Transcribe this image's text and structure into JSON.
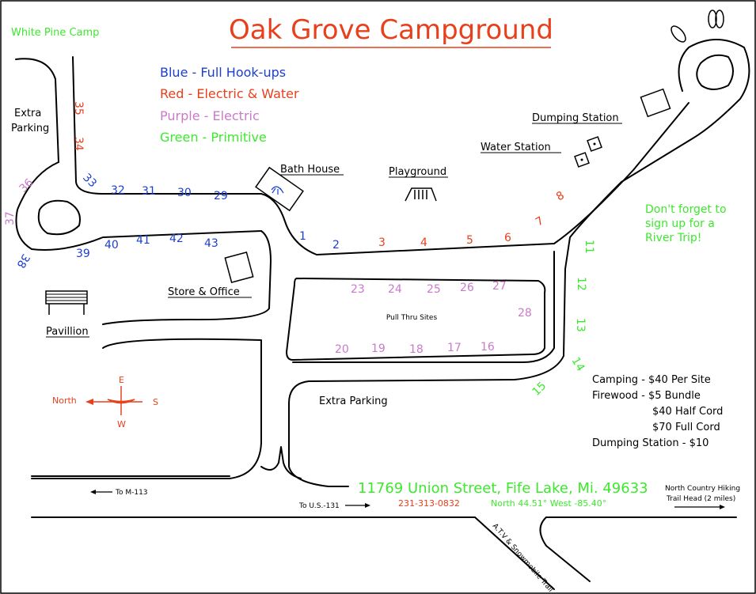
{
  "title": "Oak Grove Campground",
  "corner_label": "White Pine Camp",
  "colors": {
    "blue": "#1a3fd1",
    "red": "#e8401c",
    "purple": "#c97ac9",
    "green": "#3ee82e",
    "black": "#000000",
    "title": "#e8401c"
  },
  "legend": [
    {
      "text": "Blue - Full Hook-ups",
      "color": "blue"
    },
    {
      "text": "Red - Electric & Water",
      "color": "red"
    },
    {
      "text": "Purple - Electric",
      "color": "purple"
    },
    {
      "text": "Green - Primitive",
      "color": "green"
    }
  ],
  "places": {
    "extra_parking_top": [
      "Extra",
      "Parking"
    ],
    "bath_house": "Bath House",
    "playground": "Playground",
    "dumping_station": "Dumping Station",
    "water_station": "Water Station",
    "store_office": "Store & Office",
    "pavillion": "Pavillion",
    "pull_thru": "Pull Thru Sites",
    "extra_parking_bottom": "Extra Parking"
  },
  "river_trip": [
    "Don't forget to",
    "sign up for a",
    "River Trip!"
  ],
  "prices": [
    "Camping -  $40 Per Site",
    "Firewood - $5 Bundle",
    "$40 Half Cord",
    "$70 Full Cord",
    "Dumping Station - $10"
  ],
  "compass": {
    "e": "E",
    "w": "W",
    "s": "S",
    "north": "North"
  },
  "address": "11769 Union Street, Fife Lake, Mi. 49633",
  "phone": "231-313-0832",
  "coords": "North 44.51°   West -85.40°",
  "roads": {
    "to_m113": "To M-113",
    "to_us131": "To U.S.-131",
    "nct": [
      "North Country Hiking",
      "Trail Head (2 miles)"
    ],
    "atv": "A.T.V & Snowmobile Trail"
  },
  "sites": [
    {
      "n": "35",
      "color": "red",
      "rot": 90
    },
    {
      "n": "34",
      "color": "red",
      "rot": 90
    },
    {
      "n": "33",
      "color": "blue",
      "rot": 45
    },
    {
      "n": "32",
      "color": "blue",
      "rot": 0
    },
    {
      "n": "31",
      "color": "blue",
      "rot": 0
    },
    {
      "n": "30",
      "color": "blue",
      "rot": 0
    },
    {
      "n": "29",
      "color": "blue",
      "rot": 0
    },
    {
      "n": "36",
      "color": "purple",
      "rot": -45
    },
    {
      "n": "37",
      "color": "purple",
      "rot": -90
    },
    {
      "n": "38",
      "color": "blue",
      "rot": 120
    },
    {
      "n": "39",
      "color": "blue",
      "rot": 0
    },
    {
      "n": "40",
      "color": "blue",
      "rot": 0
    },
    {
      "n": "41",
      "color": "blue",
      "rot": 0
    },
    {
      "n": "42",
      "color": "blue",
      "rot": 0
    },
    {
      "n": "43",
      "color": "blue",
      "rot": 0
    },
    {
      "n": "1",
      "color": "blue",
      "rot": 0
    },
    {
      "n": "2",
      "color": "blue",
      "rot": 0
    },
    {
      "n": "3",
      "color": "red",
      "rot": 0
    },
    {
      "n": "4",
      "color": "red",
      "rot": 0
    },
    {
      "n": "5",
      "color": "red",
      "rot": 0
    },
    {
      "n": "6",
      "color": "red",
      "rot": 0
    },
    {
      "n": "7",
      "color": "red",
      "rot": -30
    },
    {
      "n": "8",
      "color": "red",
      "rot": -30
    },
    {
      "n": "11",
      "color": "green",
      "rot": 90
    },
    {
      "n": "12",
      "color": "green",
      "rot": 90
    },
    {
      "n": "13",
      "color": "green",
      "rot": 90
    },
    {
      "n": "14",
      "color": "green",
      "rot": 60
    },
    {
      "n": "15",
      "color": "green",
      "rot": -45
    },
    {
      "n": "23",
      "color": "purple",
      "rot": 0
    },
    {
      "n": "24",
      "color": "purple",
      "rot": 0
    },
    {
      "n": "25",
      "color": "purple",
      "rot": 0
    },
    {
      "n": "26",
      "color": "purple",
      "rot": 0
    },
    {
      "n": "27",
      "color": "purple",
      "rot": 0
    },
    {
      "n": "28",
      "color": "purple",
      "rot": 0
    },
    {
      "n": "20",
      "color": "purple",
      "rot": 0
    },
    {
      "n": "19",
      "color": "purple",
      "rot": 0
    },
    {
      "n": "18",
      "color": "purple",
      "rot": 0
    },
    {
      "n": "17",
      "color": "purple",
      "rot": 0
    },
    {
      "n": "16",
      "color": "purple",
      "rot": 0
    }
  ]
}
